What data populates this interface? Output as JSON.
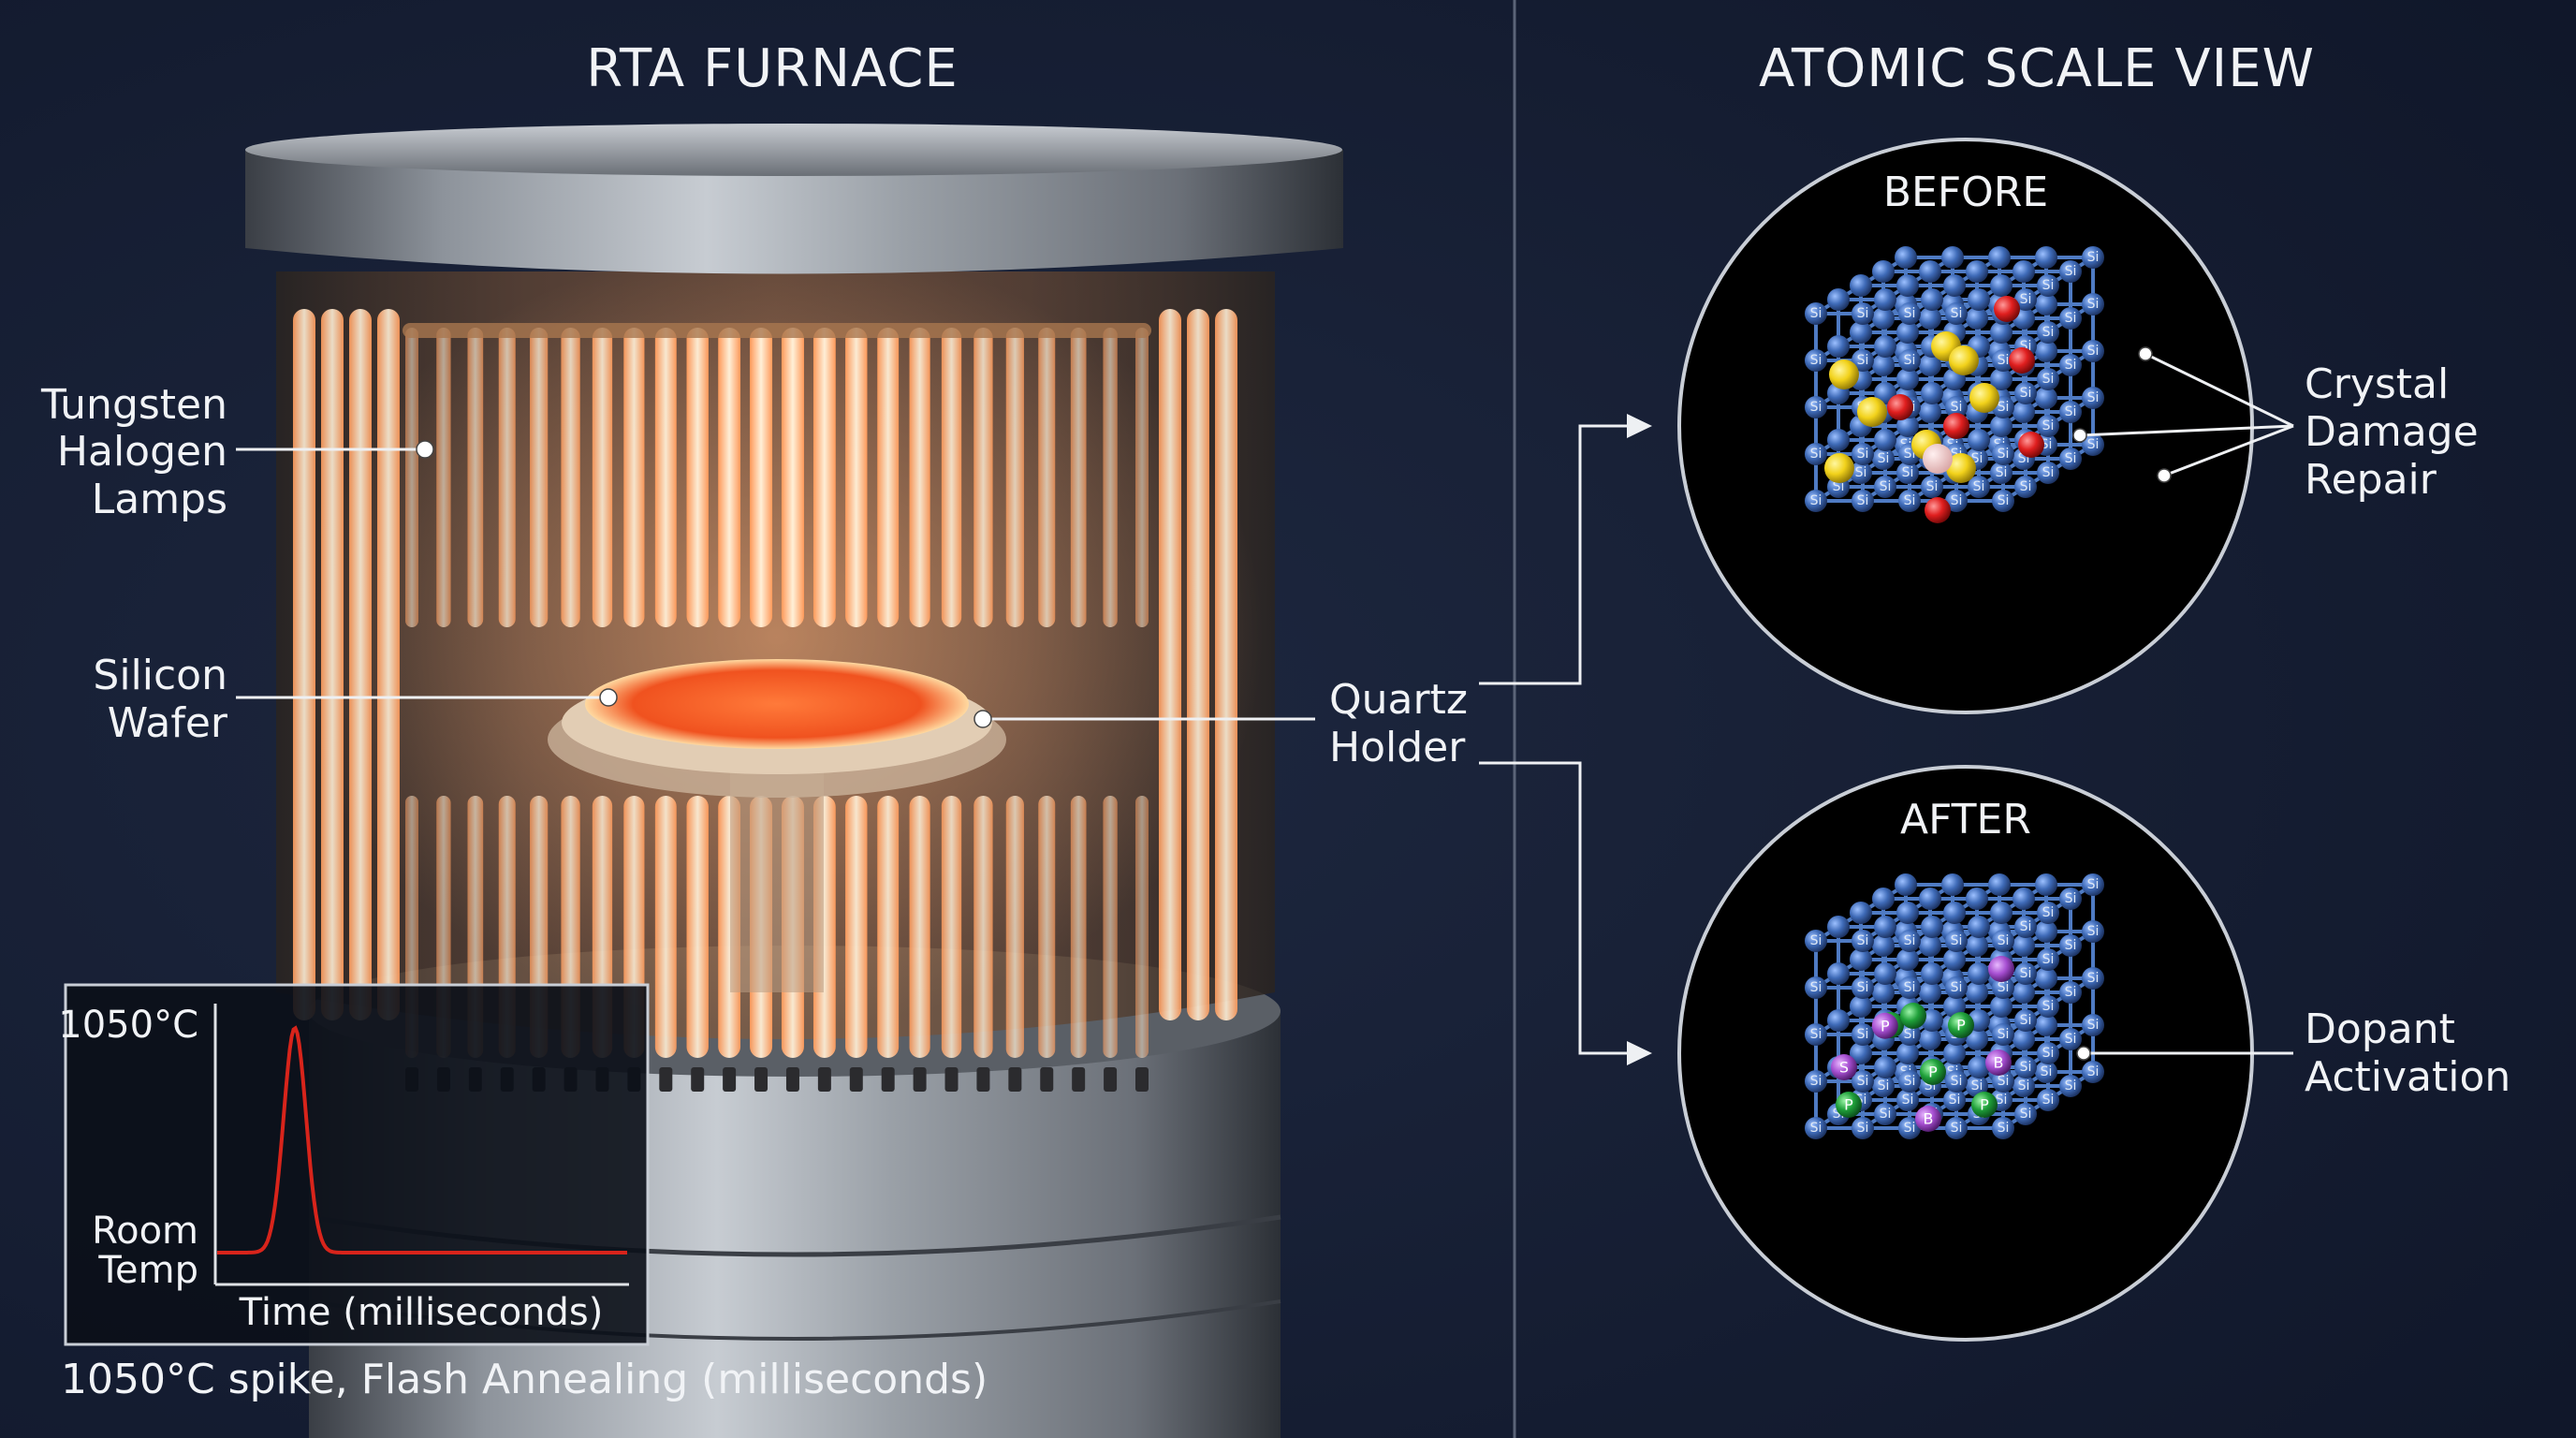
{
  "left_panel": {
    "title": "RTA FURNACE",
    "labels": {
      "lamps": [
        "Tungsten",
        "Halogen",
        "Lamps"
      ],
      "wafer": [
        "Silicon",
        "Wafer"
      ],
      "holder": [
        "Quartz",
        "Holder"
      ]
    },
    "inset": {
      "y_top_label": "1050°C",
      "y_bottom_label": [
        "Room",
        "Temp"
      ],
      "x_label": "Time (milliseconds)",
      "caption": "1050°C spike, Flash Annealing (milliseconds)",
      "series_color": "#d8241b"
    }
  },
  "right_panel": {
    "title": "ATOMIC SCALE VIEW",
    "before_label": "BEFORE",
    "after_label": "AFTER",
    "before_callout": [
      "Crystal",
      "Damage",
      "Repair"
    ],
    "after_callout": [
      "Dopant",
      "Activation"
    ],
    "atom_label": "Si",
    "dopant_labels": {
      "phosphorus": "P",
      "boron": "B"
    }
  },
  "colors": {
    "background": "#141c30",
    "silicon": "#4f7bc3",
    "interstitial_yellow": "#f2d21b",
    "vacancy_red": "#e01f1f",
    "dopant_green": "#1fa03a",
    "dopant_purple": "#a64fd1",
    "lamp_glow": "#ffb27a",
    "wafer": "#ff6a2e"
  }
}
